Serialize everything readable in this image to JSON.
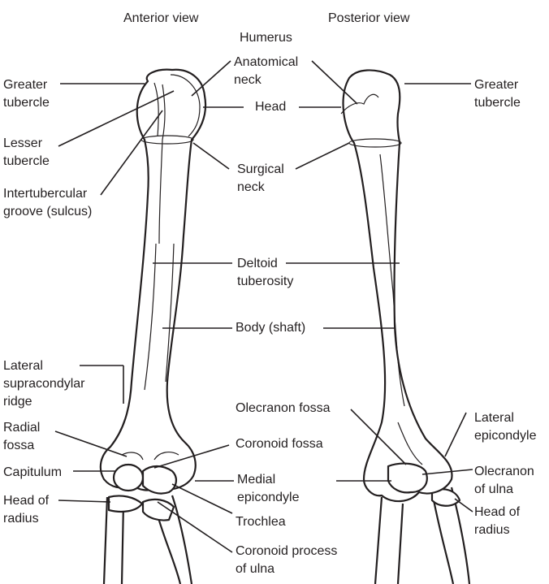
{
  "headings": {
    "anterior": "Anterior view",
    "posterior": "Posterior view",
    "title": "Humerus"
  },
  "labels": {
    "greater_tubercle_left": "Greater\ntubercle",
    "lesser_tubercle": "Lesser\ntubercle",
    "intertubercular_groove": "Intertubercular\ngroove (sulcus)",
    "lateral_supracondylar_ridge": "Lateral\nsupracondylar\nridge",
    "radial_fossa": "Radial\nfossa",
    "capitulum": "Capitulum",
    "head_of_radius_left": "Head of\nradius",
    "anatomical_neck": "Anatomical\nneck",
    "head": "Head",
    "surgical_neck": "Surgical\nneck",
    "deltoid_tuberosity": "Deltoid\ntuberosity",
    "body_shaft": "Body (shaft)",
    "olecranon_fossa": "Olecranon fossa",
    "coronoid_fossa": "Coronoid fossa",
    "medial_epicondyle": "Medial\nepicondyle",
    "trochlea": "Trochlea",
    "coronoid_process": "Coronoid process\nof ulna",
    "greater_tubercle_right": "Greater\ntubercle",
    "lateral_epicondyle": "Lateral\nepicondyle",
    "olecranon_of_ulna": "Olecranon\nof ulna",
    "head_of_radius_right": "Head of\nradius"
  }
}
